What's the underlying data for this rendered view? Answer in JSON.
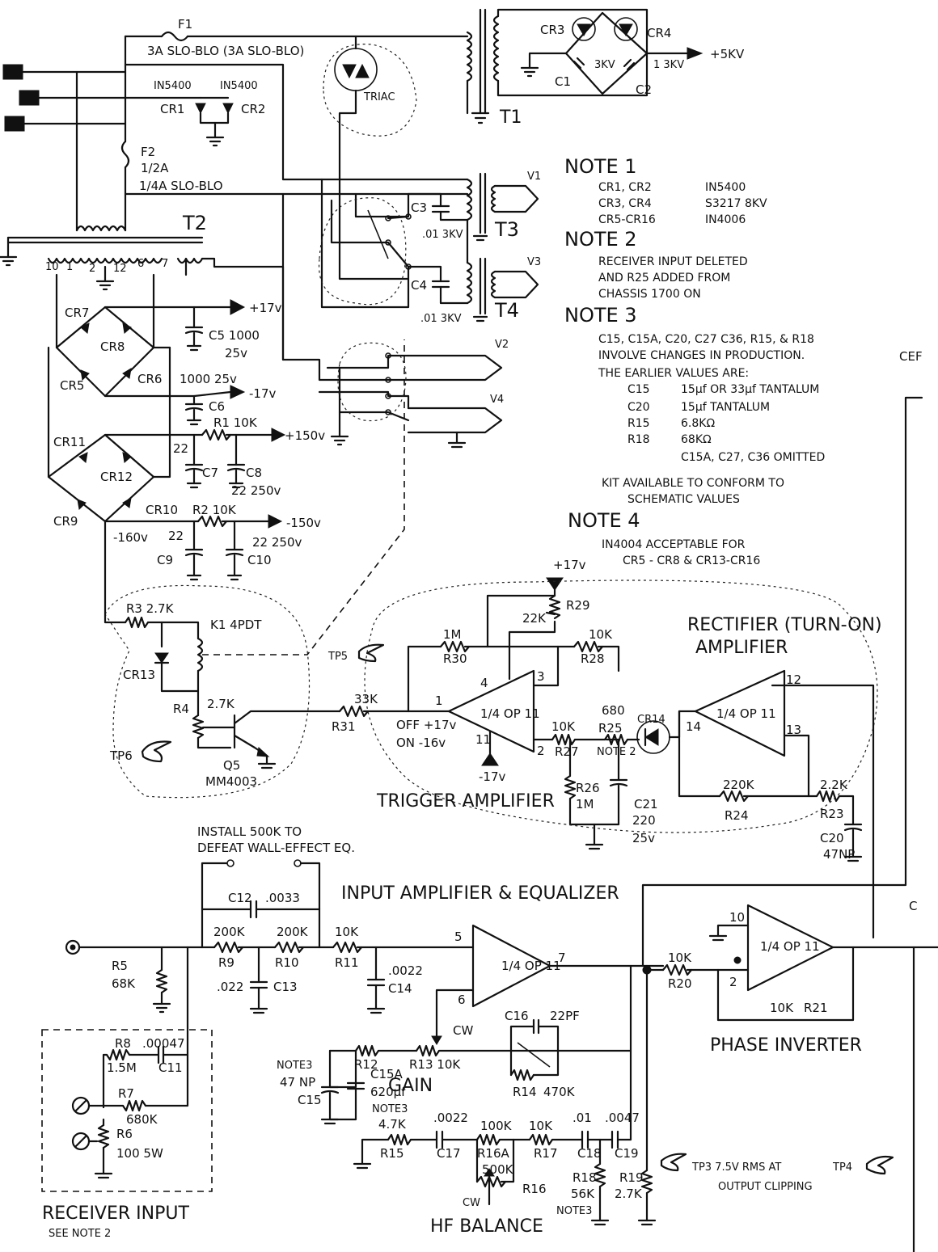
{
  "header": {
    "note1": "NOTE 1",
    "note2": "NOTE 2",
    "note3": "NOTE 3",
    "note4": "NOTE 4",
    "cef": "CEF"
  },
  "note1_rows": [
    {
      "parts": "CR1, CR2",
      "value": "IN5400"
    },
    {
      "parts": "CR3, CR4",
      "value": "S3217   8KV"
    },
    {
      "parts": "CR5-CR16",
      "value": "IN4006"
    }
  ],
  "note2_lines": [
    "RECEIVER INPUT DELETED",
    "AND R25 ADDED FROM",
    "CHASSIS 1700 ON"
  ],
  "note3_lines": [
    "C15, C15A, C20, C27 C36, R15, & R18",
    "INVOLVE CHANGES IN PRODUCTION.",
    "THE EARLIER VALUES ARE:"
  ],
  "note3_rows": [
    {
      "part": "C15",
      "value": "15µf  OR 33µf TANTALUM"
    },
    {
      "part": "C20",
      "value": "15µf  TANTALUM"
    },
    {
      "part": "R15",
      "value": "6.8KΩ"
    },
    {
      "part": "R18",
      "value": "68KΩ"
    },
    {
      "part": "",
      "value": "C15A, C27, C36  OMITTED"
    }
  ],
  "note3_kit": [
    "KIT AVAILABLE TO CONFORM TO",
    "SCHEMATIC VALUES"
  ],
  "note4_lines": [
    "IN4004 ACCEPTABLE FOR",
    "CR5 - CR8  &  CR13-CR16"
  ],
  "titles": {
    "rectifier": "RECTIFIER (TURN-ON)",
    "rectifier2": "AMPLIFIER",
    "trigger": "TRIGGER AMPLIFIER",
    "input_amp": "INPUT AMPLIFIER & EQUALIZER",
    "phase": "PHASE INVERTER",
    "gain": "GAIN",
    "hf": "HF BALANCE",
    "receiver": "RECEIVER INPUT",
    "see_note2": "SEE NOTE 2",
    "install1": "INSTALL 500K TO",
    "install2": "DEFEAT WALL-EFFECT EQ."
  },
  "power": {
    "f1": "F1",
    "f1_rating": "3A SLO-BLO  (3A SLO-BLO)",
    "f2": "F2",
    "f2_a": "1/2A",
    "f2_b": "1/4A  SLO-BLO",
    "cr1_part": "IN5400",
    "cr2_part": "IN5400",
    "cr1": "CR1",
    "cr2": "CR2",
    "triac": "TRIAC",
    "t1": "T1",
    "t2": "T2",
    "t3": "T3",
    "t4": "T4",
    "cr3": "CR3",
    "cr4": "CR4",
    "c1": "C1",
    "c2": "C2",
    "c1v": "3KV",
    "c2v": "1  3KV",
    "hv_out": "+5KV",
    "c3": "C3",
    "c4": "C4",
    "c3v": ".01 3KV",
    "c4v": ".01 3KV",
    "v1": "V1",
    "v2": "V2",
    "v3": "V3",
    "v4": "V4"
  },
  "supply": {
    "taps": [
      "10",
      "1",
      "2",
      "12",
      "6",
      "7"
    ],
    "cr5": "CR5",
    "cr6": "CR6",
    "cr7": "CR7",
    "cr8": "CR8",
    "cr9": "CR9",
    "cr10": "CR10",
    "cr11": "CR11",
    "cr12": "CR12",
    "p17": "+17v",
    "c5": "C5 1000",
    "c5v": "25v",
    "c6": "C6",
    "c6v": "1000 25v",
    "m17": "-17v",
    "r1": "R1 10K",
    "p150": "+150v",
    "c7": "C7",
    "c8": "C8",
    "c78": "22 250v",
    "c7v": "22",
    "r2": "R2 10K",
    "m150": "-150v",
    "m160": "-160v",
    "c9": "C9",
    "c10": "C10",
    "c9v": "22",
    "c10v": "22 250v"
  },
  "relay": {
    "r3": "R3 2.7K",
    "k1": "K1  4PDT",
    "cr13": "CR13",
    "r4": "R4",
    "r4v": "2.7K",
    "q5": "Q5",
    "q5p": "MM4003",
    "tp5": "TP5",
    "tp6": "TP6"
  },
  "trigger": {
    "r31": "R31",
    "r31v": "33K",
    "r30": "R30",
    "r30v": "1M",
    "r29": "R29",
    "r29v": "22K",
    "r28": "R28",
    "r28v": "10K",
    "r27": "R27",
    "r27v": "10K",
    "opamp": "1/4 OP 11",
    "p17": "+17v",
    "m17": "-17v",
    "off": "OFF +17v",
    "on": "ON  -16v",
    "pins": [
      "1",
      "4",
      "3",
      "2",
      "11"
    ],
    "r25": "R25",
    "r25v": "680",
    "note2": "NOTE 2",
    "r26": "R26",
    "r26v": "1M",
    "c21": "C21",
    "c21v": "220",
    "c21v2": "25v",
    "cr14": "CR14"
  },
  "rect": {
    "opamp": "1/4 OP 11",
    "pins": [
      "14",
      "12",
      "13"
    ],
    "r24": "R24",
    "r24v": "220K",
    "r23": "R23",
    "r23v": "2.2K",
    "c20": "C20",
    "c20v": "47NP"
  },
  "input": {
    "r5": "R5",
    "r5v": "68K",
    "c12": "C12",
    "c12v": ".0033",
    "r9": "R9",
    "r9v": "200K",
    "r10": "R10",
    "r10v": "200K",
    "r11": "R11",
    "r11v": "10K",
    "c13": "C13",
    "c13v": ".022",
    "c14": "C14",
    "c14v": ".0022",
    "opamp": "1/4 OP 11",
    "pins": [
      "5",
      "6",
      "7"
    ],
    "c16": "C16",
    "c16v": "22PF",
    "r12": "R12",
    "r13": "R13 10K",
    "r14": "R14",
    "r14v": "470K",
    "cw": "CW",
    "c15": "C15",
    "c15v": "47 NP",
    "c15a": "C15A",
    "c15av": "620µf",
    "note3a": "NOTE3",
    "note3b": "NOTE3",
    "r15": "R15",
    "r15v": "4.7K",
    "c17": "C17",
    "c17v": ".0022",
    "r16a": "R16A",
    "r16av": "100K",
    "r16": "R16",
    "r16v": "500K",
    "r17": "R17",
    "r17v": "10K",
    "c18": "C18",
    "c18v": ".01",
    "c19": "C19",
    "c19v": ".0047",
    "r18": "R18",
    "r18v": "56K",
    "note3c": "NOTE3",
    "r19": "R19",
    "r19v": "2.7K"
  },
  "receiver": {
    "r8": "R8",
    "r8v": "1.5M",
    "c11": "C11",
    "c11v": ".00047",
    "r7": "R7",
    "r7v": "680K",
    "r6": "R6",
    "r6v": "100 5W"
  },
  "phase": {
    "r20": "R20",
    "r20v": "10K",
    "r21": "R21",
    "r21v": "10K",
    "opamp": "1/4 OP 11",
    "pins": [
      "10",
      "2"
    ],
    "tp3": "TP3  7.5V RMS AT",
    "tp4": "TP4",
    "clip": "OUTPUT CLIPPING",
    "c_mark": "C"
  }
}
